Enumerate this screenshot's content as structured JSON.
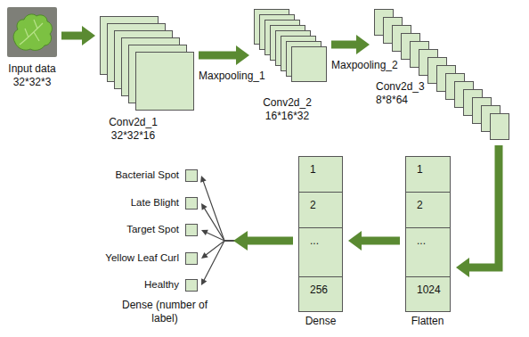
{
  "diagram": {
    "nodes": [
      {
        "text": [
          "Input data 32*32*3"
        ]
      },
      {
        "text": [
          "Conv2d_1 32*32*16"
        ]
      },
      {
        "text": [
          "Conv2d_2 16*16*32"
        ]
      },
      {
        "text": [
          "Conv2d_3 8*8*64"
        ]
      },
      {
        "text": [
          "1",
          "2",
          "...",
          "1024",
          "Flatten"
        ]
      },
      {
        "text": [
          "1",
          "2",
          "...",
          "256",
          "Dense"
        ]
      },
      {
        "text": [
          "Bacterial Spot"
        ]
      },
      {
        "text": [
          "Late Blight"
        ]
      },
      {
        "text": [
          "Target Spot"
        ]
      },
      {
        "text": [
          "Yellow Leaf Curl"
        ]
      },
      {
        "text": [
          "Healthy"
        ]
      }
    ],
    "edges": [
      {
        "from": 0,
        "to": 1,
        "arrow": "to"
      },
      {
        "from": 1,
        "to": 2,
        "arrow": "to",
        "label": "Maxpooling_1"
      },
      {
        "from": 2,
        "to": 3,
        "arrow": "to",
        "label": "Maxpooling_2"
      },
      {
        "from": 3,
        "to": 4,
        "arrow": "to"
      },
      {
        "from": 4,
        "to": 5,
        "arrow": "to"
      },
      {
        "from": 5,
        "to": 6,
        "arrow": "to"
      },
      {
        "from": 5,
        "to": 7,
        "arrow": "to"
      },
      {
        "from": 5,
        "to": 8,
        "arrow": "to"
      },
      {
        "from": 5,
        "to": 9,
        "arrow": "to"
      },
      {
        "from": 5,
        "to": 10,
        "arrow": "to"
      }
    ],
    "labels": [
      "Dense (number of label)"
    ]
  }
}
